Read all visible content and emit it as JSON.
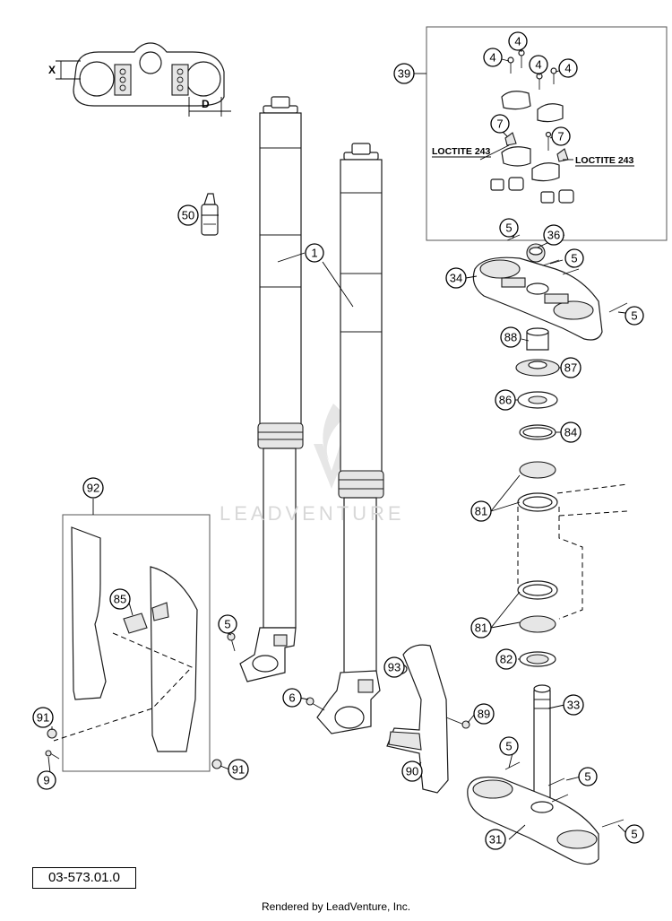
{
  "diagram": {
    "code": "03-573.01.0",
    "footer": "Rendered by LeadVenture, Inc.",
    "watermark": "LEADVENTURE",
    "dimension_labels": [
      "X",
      "D"
    ],
    "loctite_labels": [
      "LOCTITE 243",
      "LOCTITE 243"
    ],
    "callouts": [
      "4",
      "4",
      "4",
      "4",
      "39",
      "7",
      "7",
      "50",
      "1",
      "5",
      "36",
      "5",
      "34",
      "5",
      "88",
      "87",
      "86",
      "84",
      "92",
      "81",
      "85",
      "81",
      "5",
      "82",
      "93",
      "6",
      "89",
      "33",
      "91",
      "5",
      "90",
      "9",
      "91",
      "5",
      "31",
      "5"
    ]
  },
  "colors": {
    "ink": "#000000",
    "shade": "#e6e6e6",
    "watermark": "#d8d8d8"
  }
}
